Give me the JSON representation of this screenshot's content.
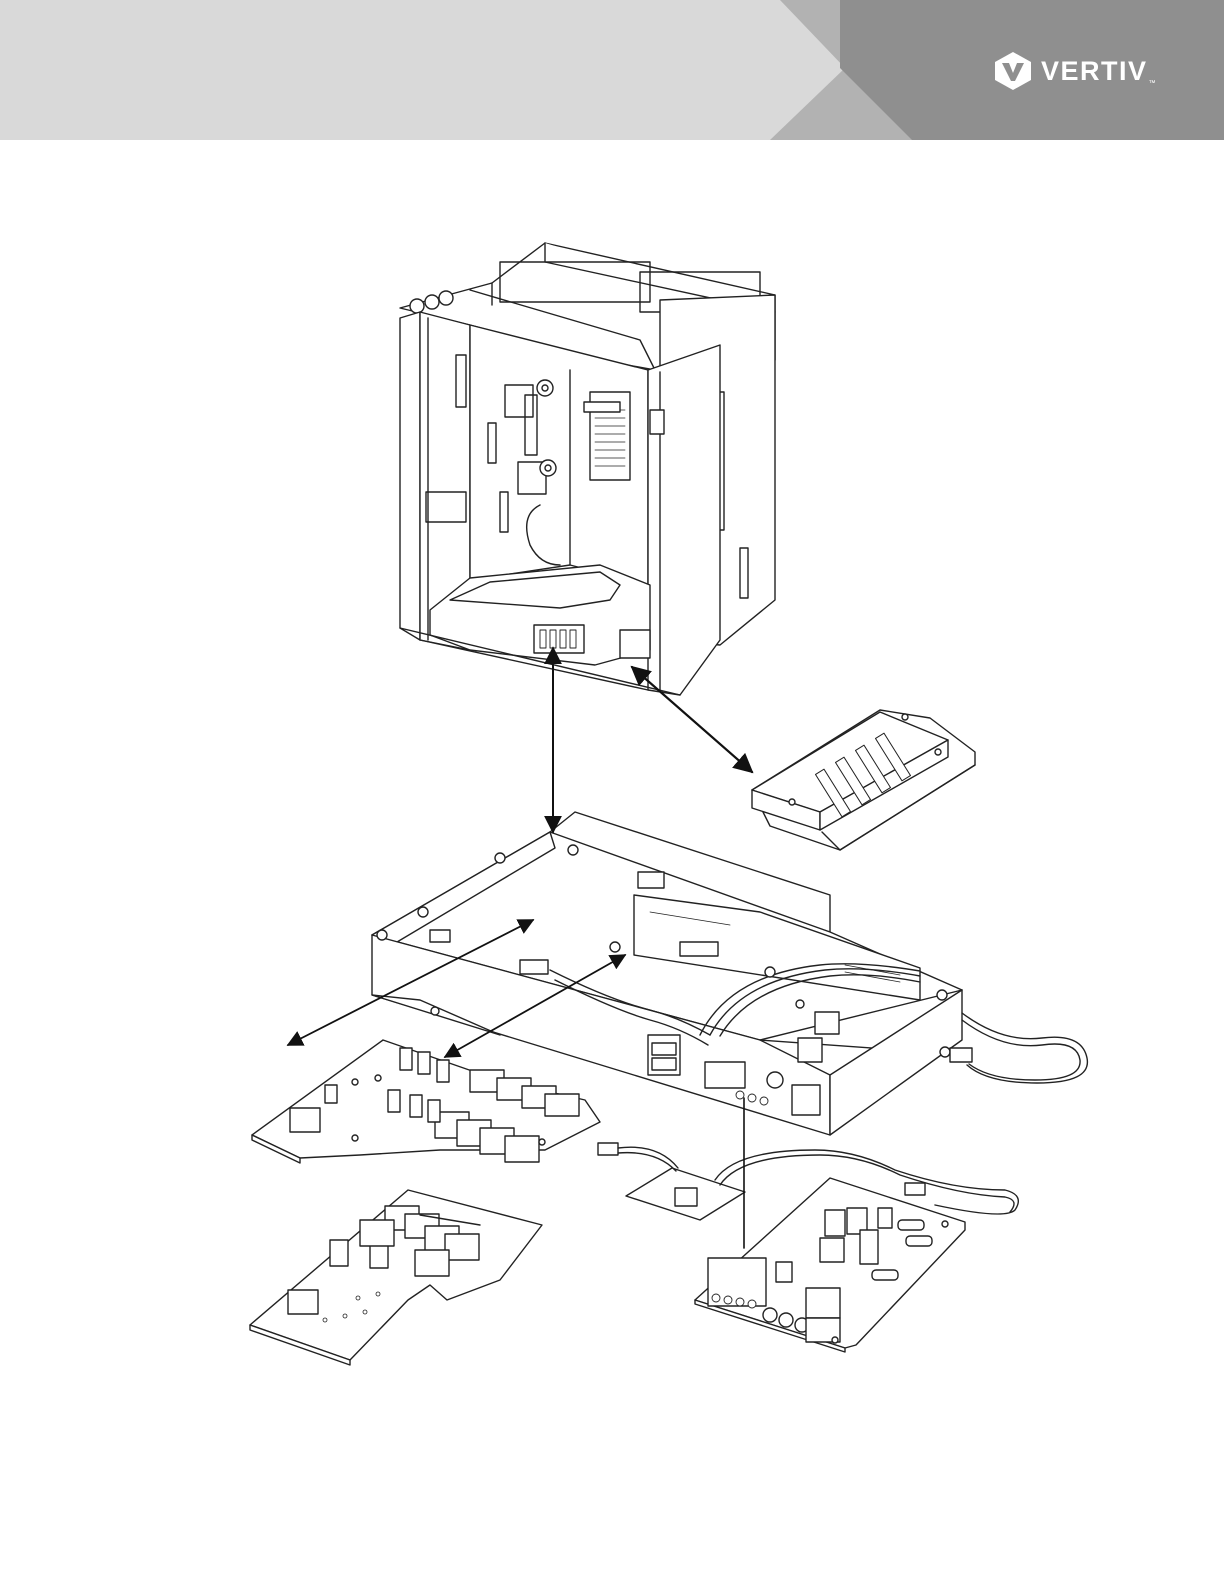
{
  "header": {
    "colors": {
      "light": "#d9d9d9",
      "mid": "#b2b2b2",
      "dark": "#8f8f8f"
    },
    "brand": {
      "name": "VERTIV",
      "tm": "™",
      "logo_icon": "vertiv-v-logo-icon"
    }
  },
  "diagram": {
    "type": "exploded-assembly-illustration",
    "parts": [
      "cabinet-enclosure",
      "controller-chassis",
      "relay-card-left",
      "relay-card-lower-left",
      "io-board-right",
      "terminal-board-module",
      "cable-adapter-board"
    ],
    "stroke_color": "#222222"
  }
}
